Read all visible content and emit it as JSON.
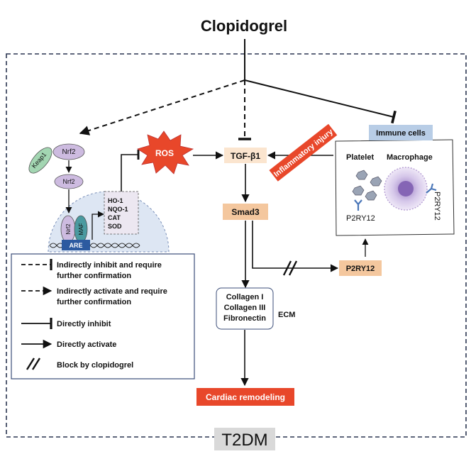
{
  "title": "Clopidogrel",
  "frame_label": "T2DM",
  "nodes": {
    "keap1": "Keap1",
    "nrf2_top": "Nrf2",
    "nrf2_mid": "Nrf2",
    "nrf2_nuc": "Nrf2",
    "maf": "MAF",
    "are": "ARE",
    "genes": [
      "HO-1",
      "NQO-1",
      "CAT",
      "SOD"
    ],
    "ros": "ROS",
    "tgf": "TGF-β1",
    "smad3": "Smad3",
    "inflammatory": "Inflammatory injury",
    "immune": "Immune cells",
    "platelet": "Platelet",
    "macrophage": "Macrophage",
    "p2ry12_mac": "P2RY12",
    "p2ry12_plt": "P2RY12",
    "p2ry12_box": "P2RY12",
    "ecm_items": [
      "Collagen I",
      "Collagen III",
      "Fibronectin"
    ],
    "ecm": "ECM",
    "remodeling": "Cardiac remodeling"
  },
  "legend": [
    {
      "style": "dash-inhibit",
      "lines": [
        "Indirectly inhibit and require",
        "further confirmation"
      ]
    },
    {
      "style": "dash-activate",
      "lines": [
        "Indirectly activate and require",
        "further confirmation"
      ]
    },
    {
      "style": "inhibit",
      "lines": [
        "Directly inhibit"
      ]
    },
    {
      "style": "activate",
      "lines": [
        "Directly activate"
      ]
    },
    {
      "style": "block",
      "lines": [
        "Block by clopidogrel"
      ]
    }
  ],
  "colors": {
    "orange": "#f4c79e",
    "red": "#e8472a",
    "immune_blue": "#b8cde6",
    "nucleus": "#dde6f3",
    "nrf2_purple": "#cdbbe0",
    "keap1_green": "#a3d6b2",
    "are_blue": "#2c5aa0",
    "frame": "#2a3550"
  }
}
